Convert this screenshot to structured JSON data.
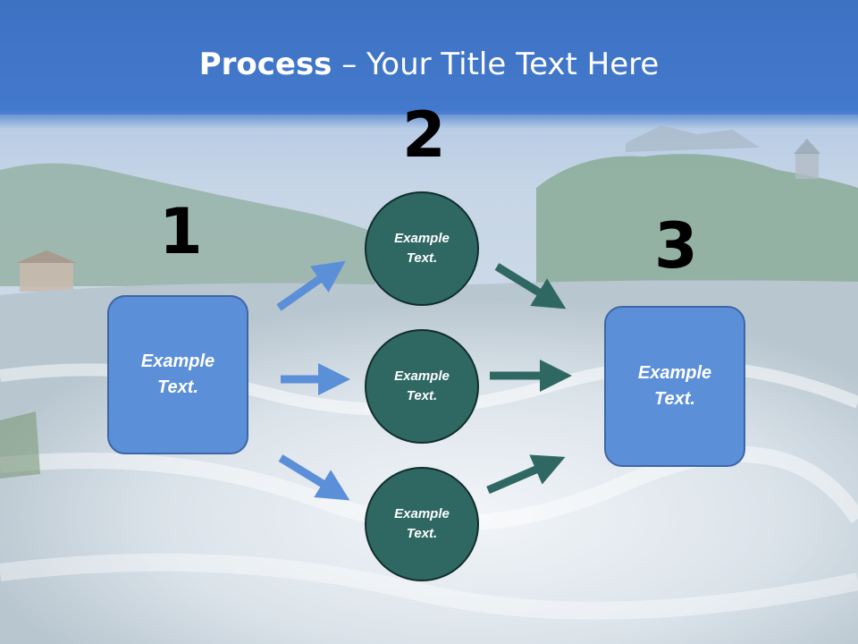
{
  "title": {
    "bold": "Process",
    "rest": " – Your Title Text Here"
  },
  "steps": {
    "one": {
      "number": "1",
      "text_line1": "Example",
      "text_line2": "Text."
    },
    "two": {
      "number": "2",
      "circles": [
        {
          "line1": "Example",
          "line2": "Text."
        },
        {
          "line1": "Example",
          "line2": "Text."
        },
        {
          "line1": "Example",
          "line2": "Text."
        }
      ]
    },
    "three": {
      "number": "3",
      "text_line1": "Example",
      "text_line2": "Text."
    }
  },
  "colors": {
    "box_fill": "#5b8fd8",
    "circle_fill": "#2f6763",
    "arrow_blue": "#5b8fd8",
    "arrow_teal": "#2f6763",
    "title_band": "#3f74c9"
  }
}
